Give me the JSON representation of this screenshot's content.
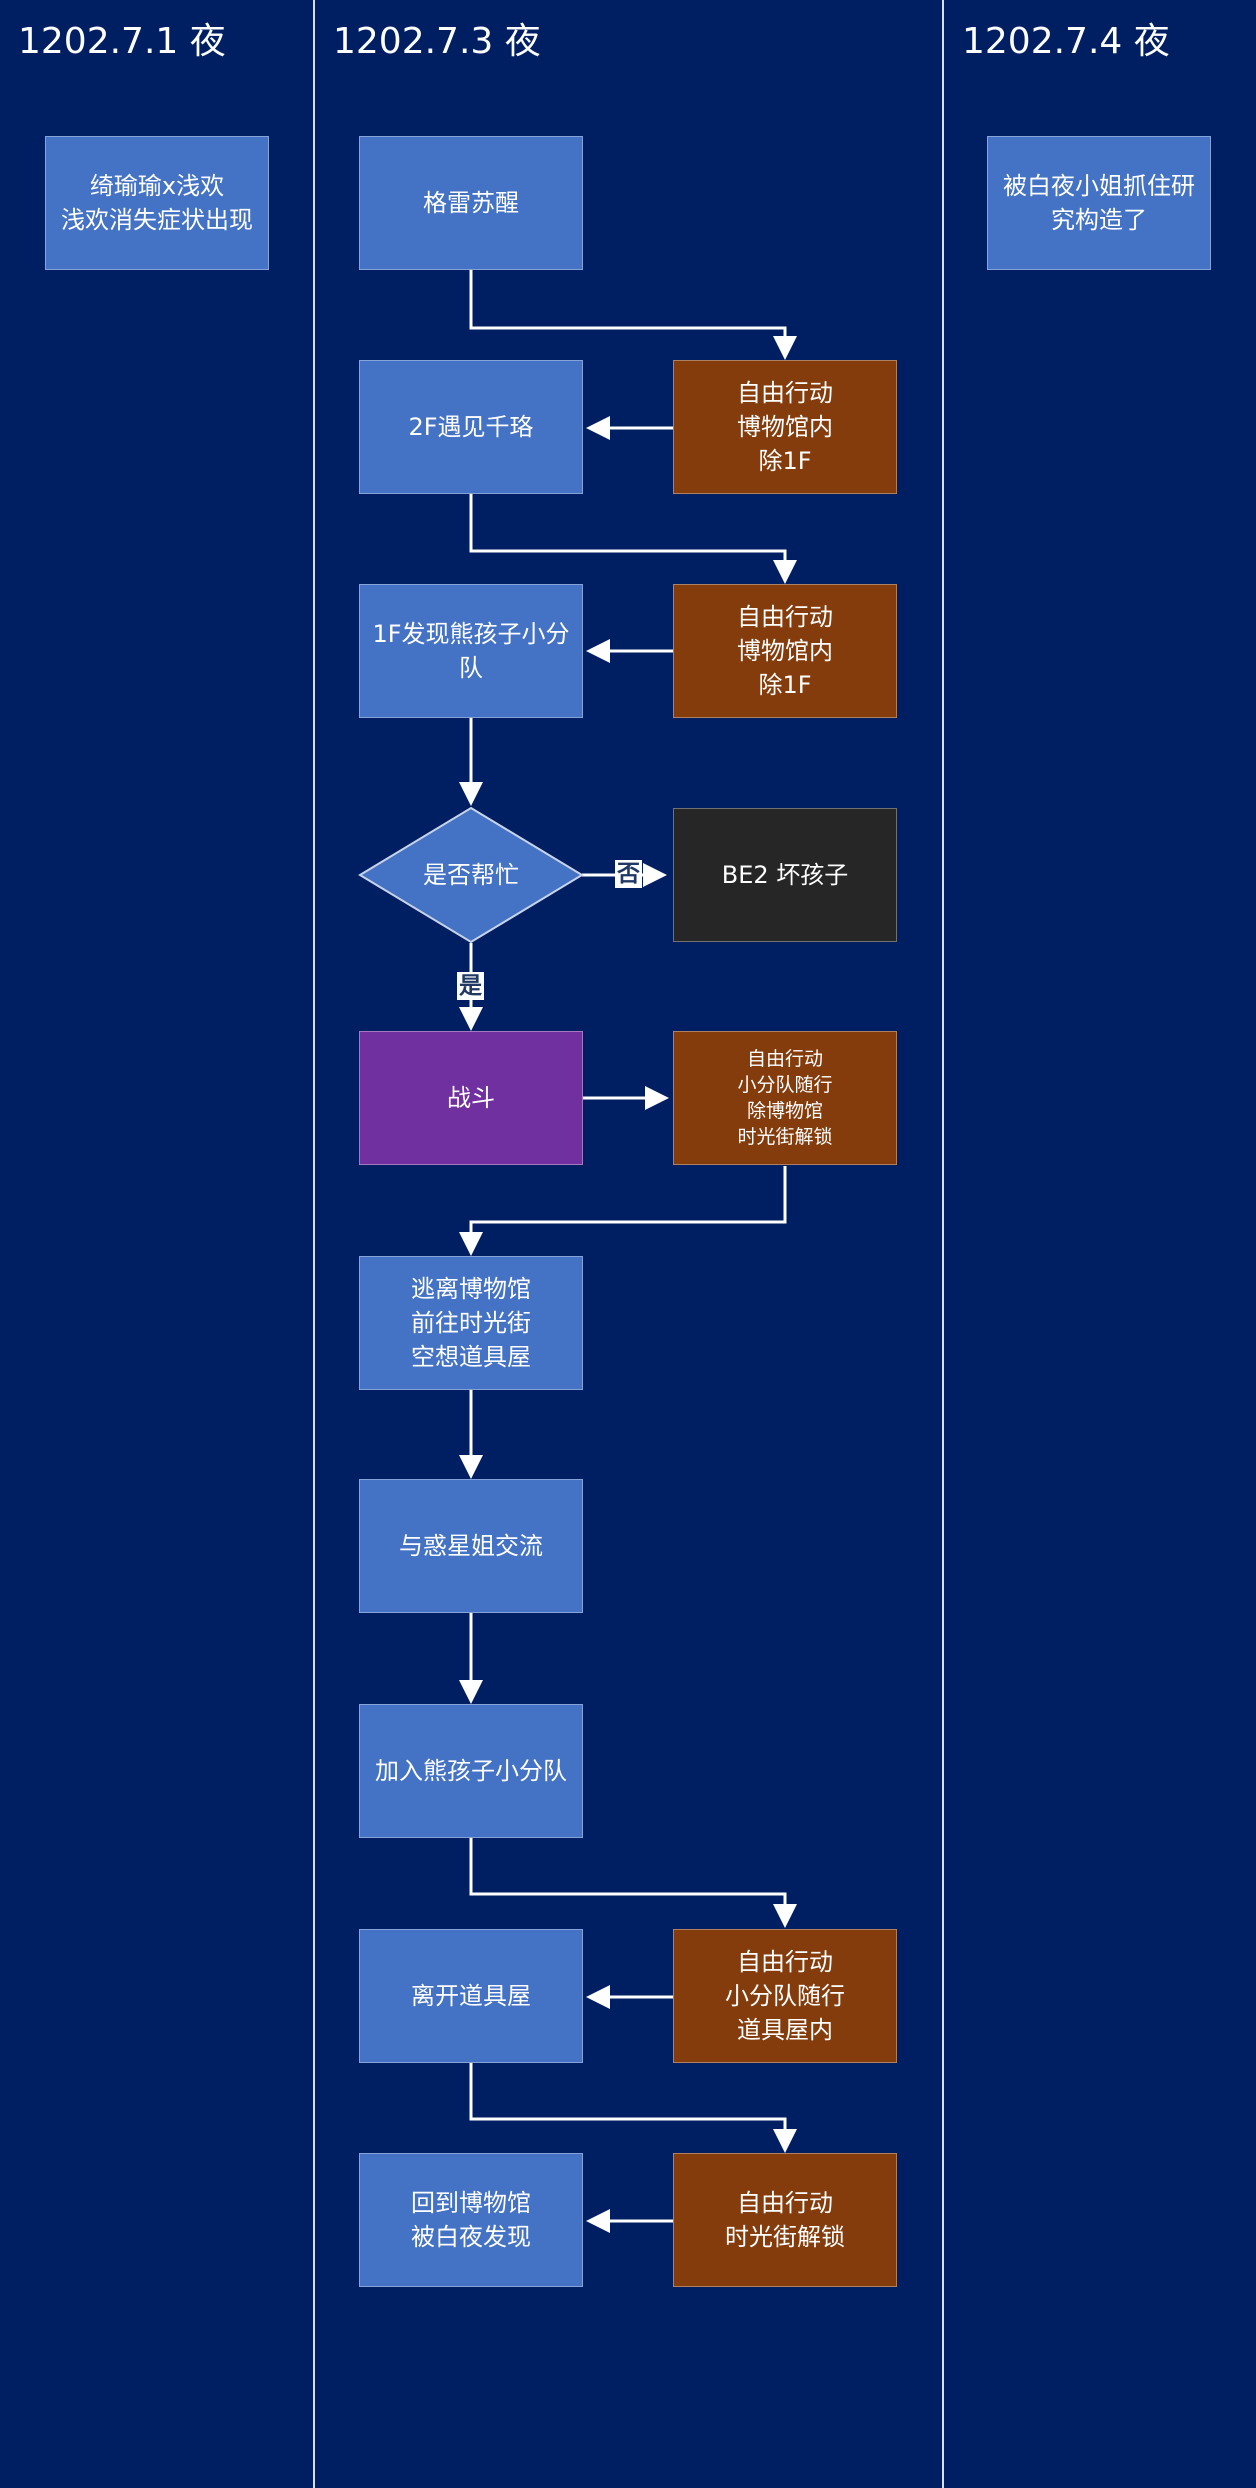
{
  "lanes": [
    {
      "title": "1202.7.1 夜"
    },
    {
      "title": "1202.7.3 夜"
    },
    {
      "title": "1202.7.4 夜"
    }
  ],
  "nodes": {
    "qiyu": [
      "绮瑜瑜x浅欢",
      "浅欢消失症状出现"
    ],
    "baiye": [
      "被白夜小姐抓住研",
      "究构造了"
    ],
    "gelei": [
      "格雷苏醒"
    ],
    "meet": [
      "2F遇见千珞"
    ],
    "free1": [
      "自由行动",
      "博物馆内",
      "除1F"
    ],
    "found": [
      "1F发现熊孩子小分",
      "队"
    ],
    "free2": [
      "自由行动",
      "博物馆内",
      "除1F"
    ],
    "decision": "是否帮忙",
    "be2": [
      "BE2 坏孩子"
    ],
    "battle": [
      "战斗"
    ],
    "free3": [
      "自由行动",
      "小分队随行",
      "除博物馆",
      "时光街解锁"
    ],
    "escape": [
      "逃离博物馆",
      "前往时光街",
      "空想道具屋"
    ],
    "talk": [
      "与惑星姐交流"
    ],
    "join": [
      "加入熊孩子小分队"
    ],
    "leave": [
      "离开道具屋"
    ],
    "free4": [
      "自由行动",
      "小分队随行",
      "道具屋内"
    ],
    "back": [
      "回到博物馆",
      "被白夜发现"
    ],
    "free5": [
      "自由行动",
      "时光街解锁"
    ]
  },
  "edge_labels": {
    "no": "否",
    "yes": "是"
  },
  "colors": {
    "background": "#001f63",
    "blue": "#4472c4",
    "orange": "#843c0c",
    "purple": "#7030a0",
    "dark": "#262626",
    "line": "#ffffff"
  }
}
